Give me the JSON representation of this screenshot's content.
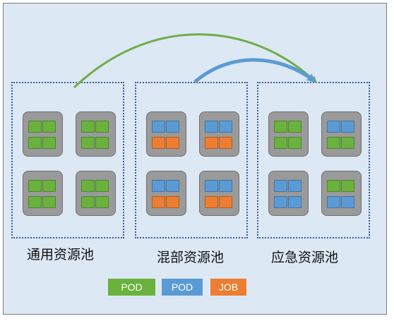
{
  "colors": {
    "frame_bg": "#dde8f5",
    "pool_border": "#3c5a98",
    "node_bg": "#9a9a9a",
    "green": "#6ab23e",
    "blue": "#5b9bd5",
    "orange": "#ed7d31",
    "arrow_green": "#70ad47",
    "arrow_blue": "#5b9bd5"
  },
  "pools": [
    {
      "label": "通用资源池",
      "nodes": [
        [
          "green",
          "green",
          "green",
          "green"
        ],
        [
          "green",
          "green",
          "green",
          "green"
        ],
        [
          "green",
          "green",
          "green",
          "green"
        ],
        [
          "green",
          "green",
          "green",
          "green"
        ]
      ]
    },
    {
      "label": "混部资源池",
      "nodes": [
        [
          "blue",
          "blue",
          "orange",
          "orange"
        ],
        [
          "blue",
          "blue",
          "orange",
          "orange"
        ],
        [
          "blue",
          "blue",
          "orange",
          "orange"
        ],
        [
          "blue",
          "blue",
          "orange",
          "orange"
        ]
      ]
    },
    {
      "label": "应急资源池",
      "nodes": [
        [
          "green",
          "green",
          "green",
          "green"
        ],
        [
          "blue",
          "blue",
          "green",
          "green"
        ],
        [
          "blue",
          "blue",
          "blue",
          "blue"
        ],
        [
          "green",
          "green",
          "blue",
          "blue"
        ]
      ]
    }
  ],
  "legend": [
    {
      "label": "POD",
      "color": "green"
    },
    {
      "label": "POD",
      "color": "blue"
    },
    {
      "label": "JOB",
      "color": "orange"
    }
  ],
  "arrows": [
    {
      "from": "通用资源池",
      "to": "应急资源池",
      "color": "arrow_green"
    },
    {
      "from": "混部资源池",
      "to": "应急资源池",
      "color": "arrow_blue"
    }
  ]
}
